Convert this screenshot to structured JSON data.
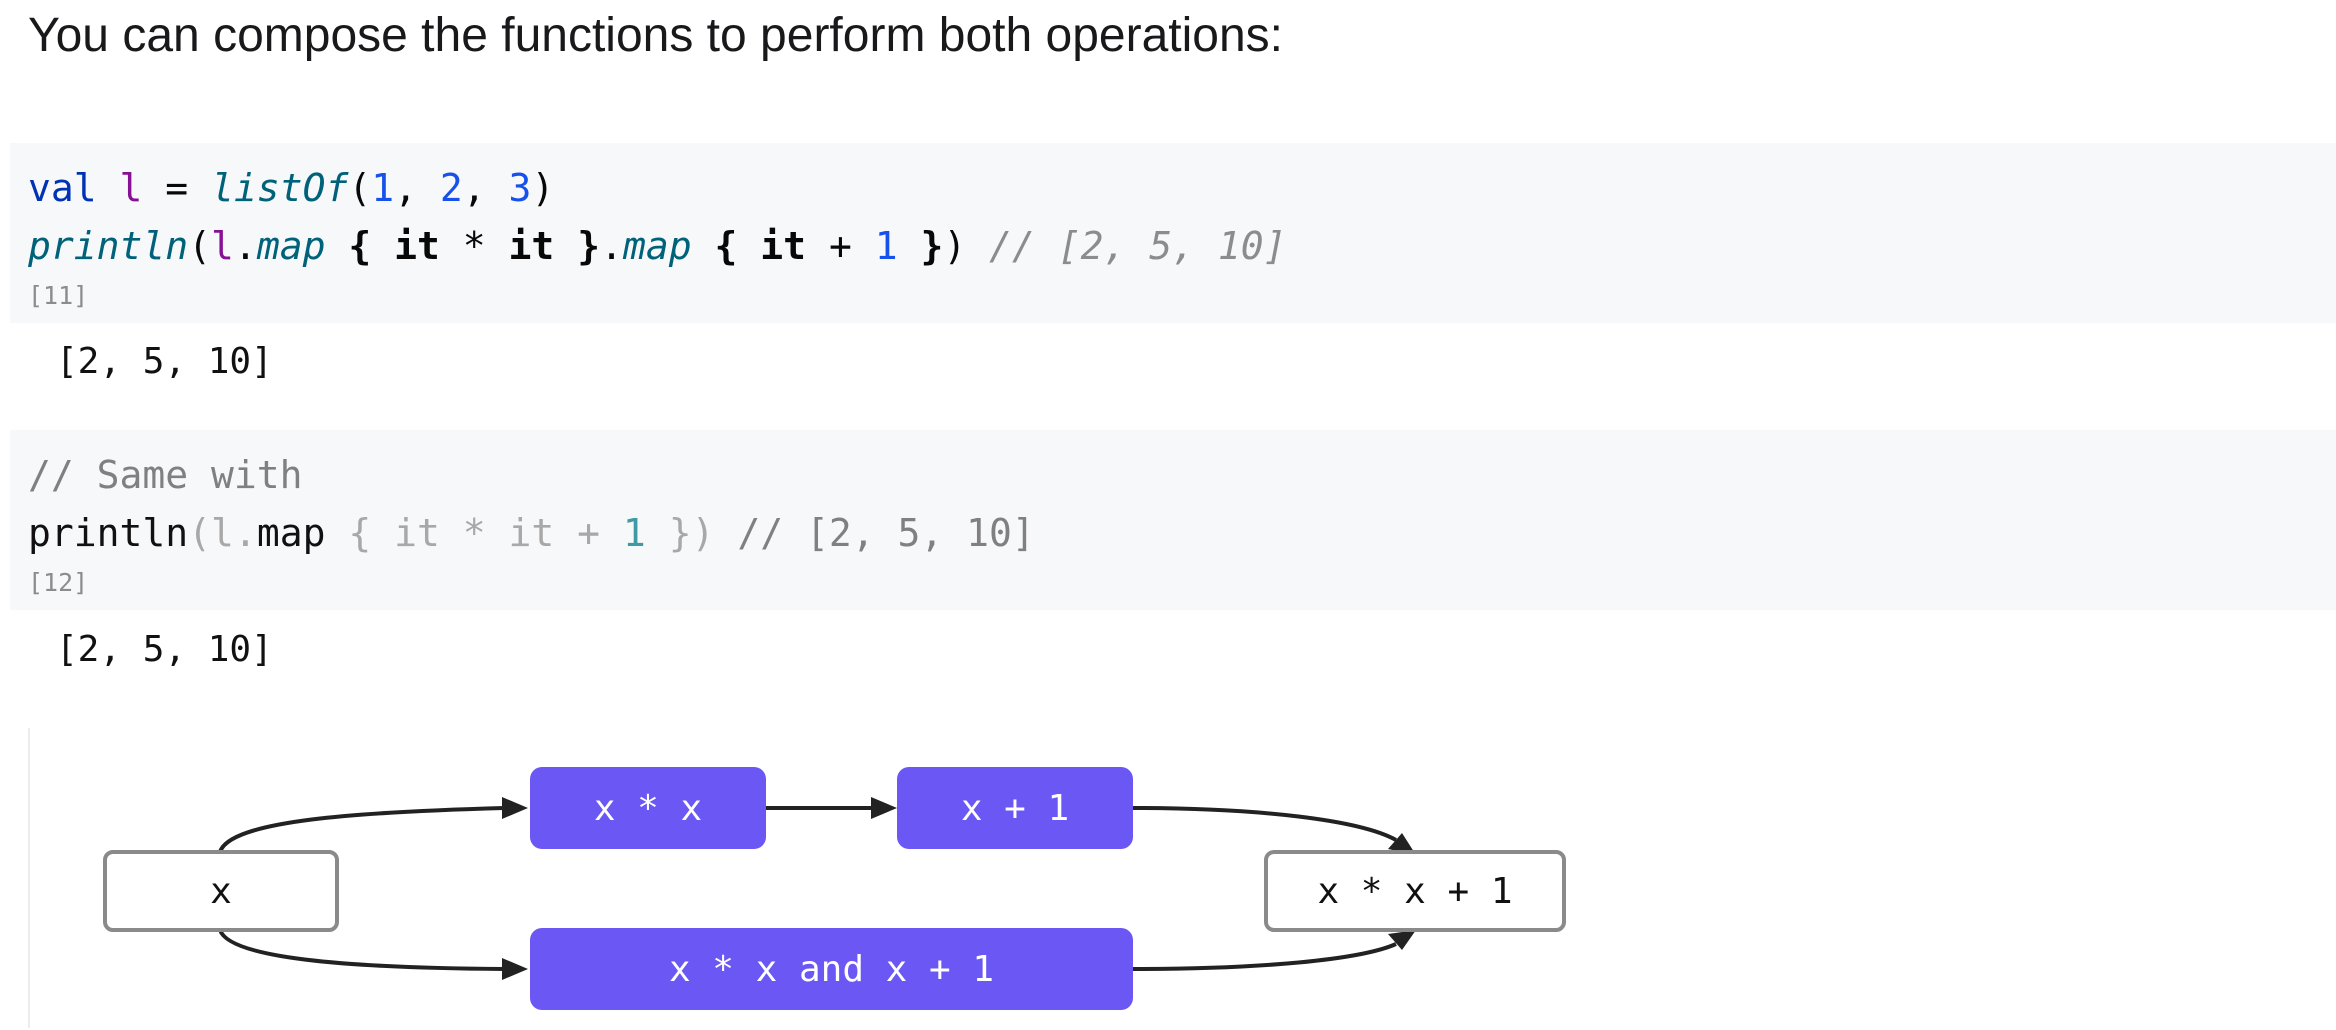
{
  "intro_text": "You can compose the functions to perform both operations:",
  "cell_11": {
    "tokens": [
      [
        {
          "t": "val",
          "c": "kw"
        },
        {
          "t": " ",
          "c": "op"
        },
        {
          "t": "l",
          "c": "var"
        },
        {
          "t": " = ",
          "c": "op"
        },
        {
          "t": "listOf",
          "c": "fn"
        },
        {
          "t": "(",
          "c": "op"
        },
        {
          "t": "1",
          "c": "num"
        },
        {
          "t": ", ",
          "c": "op"
        },
        {
          "t": "2",
          "c": "num"
        },
        {
          "t": ", ",
          "c": "op"
        },
        {
          "t": "3",
          "c": "num"
        },
        {
          "t": ")",
          "c": "op"
        }
      ],
      [
        {
          "t": "println",
          "c": "fn"
        },
        {
          "t": "(",
          "c": "op"
        },
        {
          "t": "l",
          "c": "var"
        },
        {
          "t": ".",
          "c": "op"
        },
        {
          "t": "map",
          "c": "fn"
        },
        {
          "t": " ",
          "c": "op"
        },
        {
          "t": "{",
          "c": "br"
        },
        {
          "t": " ",
          "c": "op"
        },
        {
          "t": "it",
          "c": "br"
        },
        {
          "t": " * ",
          "c": "op"
        },
        {
          "t": "it",
          "c": "br"
        },
        {
          "t": " ",
          "c": "op"
        },
        {
          "t": "}",
          "c": "br"
        },
        {
          "t": ".",
          "c": "op"
        },
        {
          "t": "map",
          "c": "fn"
        },
        {
          "t": " ",
          "c": "op"
        },
        {
          "t": "{",
          "c": "br"
        },
        {
          "t": " ",
          "c": "op"
        },
        {
          "t": "it",
          "c": "br"
        },
        {
          "t": " + ",
          "c": "op"
        },
        {
          "t": "1",
          "c": "num"
        },
        {
          "t": " ",
          "c": "op"
        },
        {
          "t": "}",
          "c": "br"
        },
        {
          "t": ")",
          "c": "op"
        },
        {
          "t": " // [2, 5, 10]",
          "c": "cm"
        }
      ]
    ],
    "exec_count": "[11]",
    "output": "[2, 5, 10]"
  },
  "cell_12": {
    "tokens": [
      [
        {
          "t": "// Same with",
          "c": "p-cm"
        }
      ],
      [
        {
          "t": "println",
          "c": "p-tx"
        },
        {
          "t": "(",
          "c": "p-dim"
        },
        {
          "t": "l",
          "c": "p-dim"
        },
        {
          "t": ".",
          "c": "p-dim"
        },
        {
          "t": "map",
          "c": "p-tx"
        },
        {
          "t": " { ",
          "c": "p-dim"
        },
        {
          "t": "it",
          "c": "p-dim"
        },
        {
          "t": " * ",
          "c": "p-dim"
        },
        {
          "t": "it",
          "c": "p-dim"
        },
        {
          "t": " + ",
          "c": "p-dim"
        },
        {
          "t": "1",
          "c": "p-num"
        },
        {
          "t": " })",
          "c": "p-dim"
        },
        {
          "t": " // [2, 5, 10]",
          "c": "p-cm"
        }
      ]
    ],
    "exec_count": "[12]",
    "output": "[2, 5, 10]"
  },
  "diagram": {
    "colors": {
      "node_fill": "#6b57f4",
      "arrow": "#222222",
      "plain_border": "#8a8a8a"
    },
    "input_label": "x",
    "square_label": "x * x",
    "increment_label": "x + 1",
    "combined_label": "x * x and x + 1",
    "output_label": "x * x + 1"
  }
}
